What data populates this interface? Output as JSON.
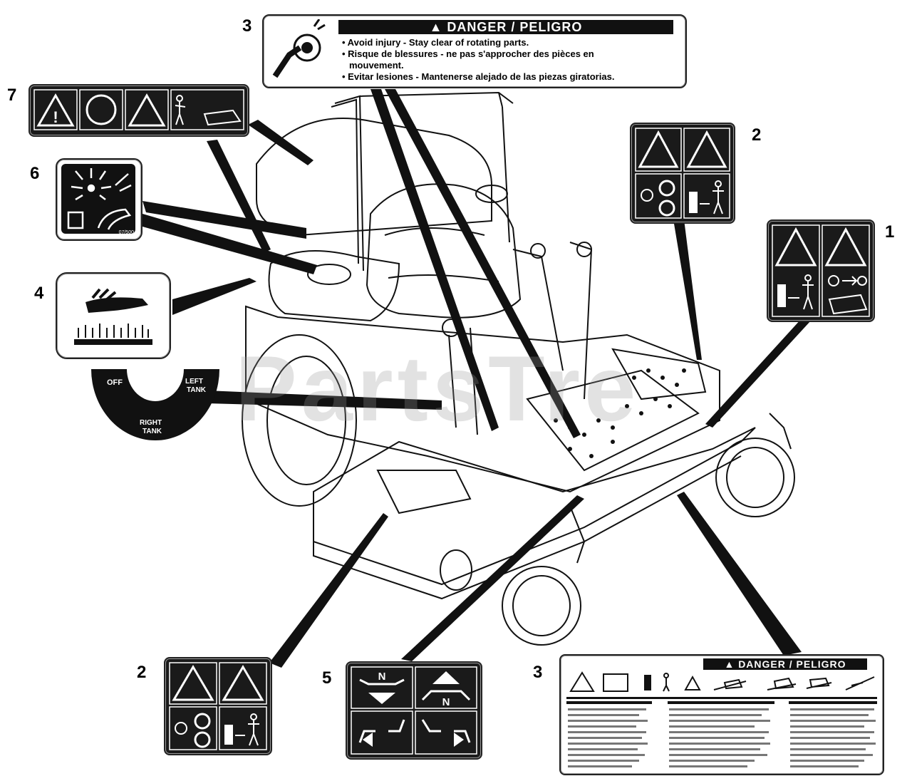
{
  "callouts": {
    "n1": "1",
    "n2_top": "2",
    "n3_top": "3",
    "n7": "7",
    "n6": "6",
    "n4": "4",
    "n3_fuel": "3",
    "n2_bottom": "2",
    "n5": "5",
    "n3_bottom": "3"
  },
  "decal3_top": {
    "header": "▲ DANGER / PELIGRO",
    "line1": "• Avoid injury - Stay clear of rotating parts.",
    "line2": "• Risque de blessures - ne pas s'approcher des pièces en",
    "line2b": "mouvement.",
    "line3": "• Evitar lesiones - Mantenerse alejado de las piezas giratorias."
  },
  "decal6": {
    "code": "07/500"
  },
  "fuel_selector": {
    "off": "OFF",
    "left": "LEFT",
    "left2": "TANK",
    "right": "RIGHT",
    "right2": "TANK"
  },
  "decal5": {
    "neutral_top": "N",
    "neutral_bottom": "N"
  },
  "decal3_bottom": {
    "header": "▲ DANGER / PELIGRO"
  },
  "watermark": "PartsTre",
  "colors": {
    "ink": "#111111",
    "paper": "#ffffff",
    "watermark": "#969696"
  }
}
